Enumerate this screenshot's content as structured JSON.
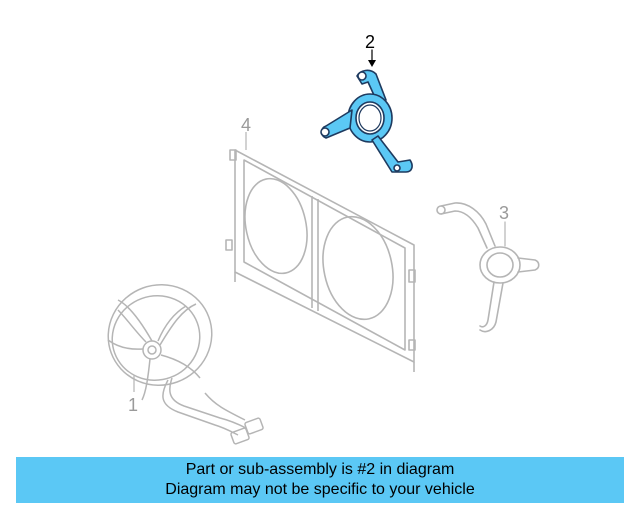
{
  "callouts": {
    "part_1": "1",
    "part_2": "2",
    "part_3": "3",
    "part_4": "4"
  },
  "highlight_color": "#5bc8f5",
  "line_color": "#b5b5b5",
  "banner": {
    "line1": "Part or sub-assembly is #2 in diagram",
    "line2": "Diagram may not be specific to your vehicle"
  }
}
